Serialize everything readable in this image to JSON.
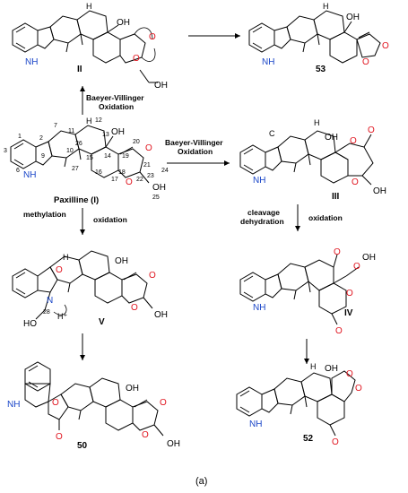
{
  "compounds": {
    "ii": "II",
    "c53": "53",
    "paxilline": "Paxilline (I)",
    "iii": "III",
    "iv": "IV",
    "v": "V",
    "c50": "50",
    "c52": "52"
  },
  "reactions": {
    "bv_up_1": "Baeyer-Villinger",
    "bv_up_2": "Oxidation",
    "bv_right_1": "Baeyer-Villinger",
    "bv_right_2": "Oxidation",
    "methylation": "methylation",
    "oxidation_left": "oxidation",
    "cleavage": "cleavage",
    "dehydration": "dehydration",
    "oxidation_right": "oxidation"
  },
  "atom_numbers": [
    "1",
    "2",
    "3",
    "6",
    "7",
    "9",
    "10",
    "11",
    "12",
    "13",
    "14",
    "15",
    "16",
    "17",
    "18",
    "19",
    "20",
    "21",
    "22",
    "23",
    "24",
    "25",
    "26",
    "27",
    "28"
  ],
  "groups": {
    "nh": "NH",
    "h": "H",
    "oh": "OH",
    "o": "O",
    "n": "N",
    "hplus": "H⁺",
    "ho": "HO",
    "cooh": "OH",
    "ring_c": "C"
  },
  "panel_label": "(a)",
  "colors": {
    "heteroatom_n": "#1a46c8",
    "heteroatom_o": "#e0141e",
    "bond": "#000000"
  }
}
